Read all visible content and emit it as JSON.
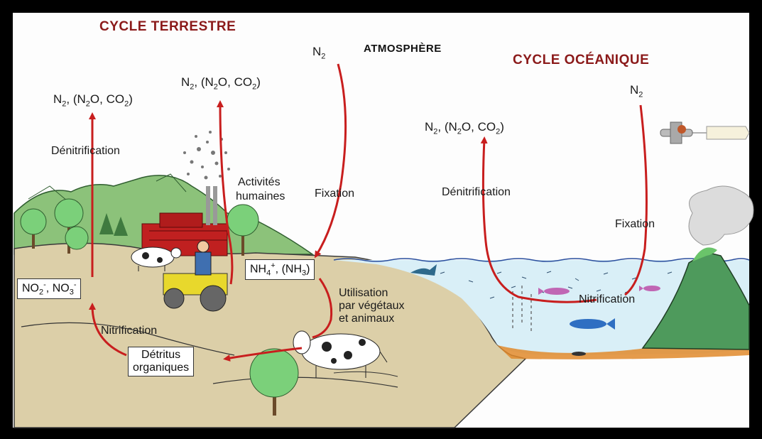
{
  "titles": {
    "terrestre": "CYCLE TERRESTRE",
    "atmosphere": "ATMOSPHÈRE",
    "oceanique": "CYCLE OCÉANIQUE"
  },
  "labels": {
    "n2_top": "N",
    "n2_top_sub": "2",
    "n2_ocean": "N",
    "n2_ocean_sub": "2",
    "gas_left_a": "N",
    "gas_left_b": "2",
    "gas_left_c": ", (N",
    "gas_left_d": "2",
    "gas_left_e": "O, CO",
    "gas_left_f": "2",
    "gas_left_g": ")",
    "gas_mid_a": "N",
    "gas_mid_b": "2",
    "gas_mid_c": ", (N",
    "gas_mid_d": "2",
    "gas_mid_e": "O, CO",
    "gas_mid_f": "2",
    "gas_mid_g": ")",
    "gas_ocean_a": "N",
    "gas_ocean_b": "2",
    "gas_ocean_c": ", (N",
    "gas_ocean_d": "2",
    "gas_ocean_e": "O, CO",
    "gas_ocean_f": "2",
    "gas_ocean_g": ")",
    "denitrification_left": "Dénitrification",
    "denitrification_ocean": "Dénitrification",
    "activites": "Activités",
    "humaines": "humaines",
    "fixation_left": "Fixation",
    "fixation_ocean": "Fixation",
    "utilisation_1": "Utilisation",
    "utilisation_2": "par végétaux",
    "utilisation_3": "et animaux",
    "nitrification_left": "Nitrification",
    "nitrification_ocean": "Nitrification",
    "detritus_1": "Détritus",
    "detritus_2": "organiques"
  },
  "boxes": {
    "nh4_a": "NH",
    "nh4_b": "4",
    "nh4_c": "+",
    "nh4_d": ", (NH",
    "nh4_e": "3",
    "nh4_f": ")",
    "no2_a": "NO",
    "no2_b": "2",
    "no2_c": "-",
    "no2_d": ", NO",
    "no2_e": "3",
    "no2_f": "-"
  },
  "colors": {
    "arrow": "#c81e1e",
    "title_red": "#8b1a1a",
    "sky": "#fdfdfd",
    "ground": "#dccfa8",
    "water": "#d9eff7",
    "mountain": "#8cc27a",
    "volcano": "#4e9a5c",
    "factory": "#c02020"
  }
}
